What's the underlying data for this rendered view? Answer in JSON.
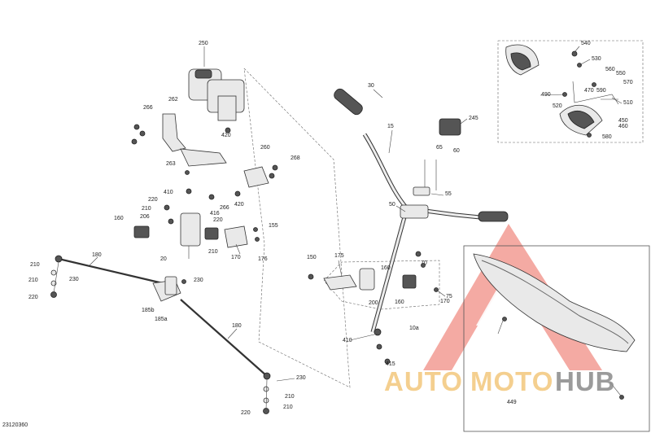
{
  "diagram_id": "23120360",
  "inset_label": "449",
  "watermark": {
    "auto": "AUTO",
    "moto": "MOTO",
    "hub": "HUB",
    "color_orange": "#f3c77c",
    "color_grey": "#8a8a8a",
    "color_red": "#e8483a"
  },
  "callouts": {
    "c250": "250",
    "c262": "262",
    "c266": "266",
    "c420a": "420",
    "c263": "263",
    "c260": "260",
    "c268": "268",
    "c410a": "410",
    "c220a": "220",
    "c210a": "210",
    "c206": "206",
    "c160a": "160",
    "c416": "416",
    "c220b": "220",
    "c266b": "266",
    "c420b": "420",
    "c155": "155",
    "c210b": "210",
    "c20": "20",
    "c170a": "170",
    "c176": "176",
    "c180a": "180",
    "c210c": "210",
    "c230a": "230",
    "c210d": "210",
    "c220c": "220",
    "c230b": "230",
    "c185b": "185b",
    "c185a": "185a",
    "c180b": "180",
    "c230c": "230",
    "c210e": "210",
    "c210f": "210",
    "c220d": "220",
    "c30": "30",
    "c15": "15",
    "c245": "245",
    "c65": "65",
    "c60": "60",
    "c55": "55",
    "c50": "50",
    "c150": "150",
    "c175": "175",
    "c160b": "160",
    "c75": "75",
    "c70": "70",
    "c170b": "170",
    "c200": "200",
    "c160c": "160",
    "c10a": "10a",
    "c410b": "410",
    "c415": "415",
    "c540": "540",
    "c530": "530",
    "c560": "560",
    "c550": "550",
    "c470": "470",
    "c590": "590",
    "c570": "570",
    "c490": "490",
    "c520": "520",
    "c510": "510",
    "c450": "450",
    "c460": "460",
    "c580": "580"
  }
}
